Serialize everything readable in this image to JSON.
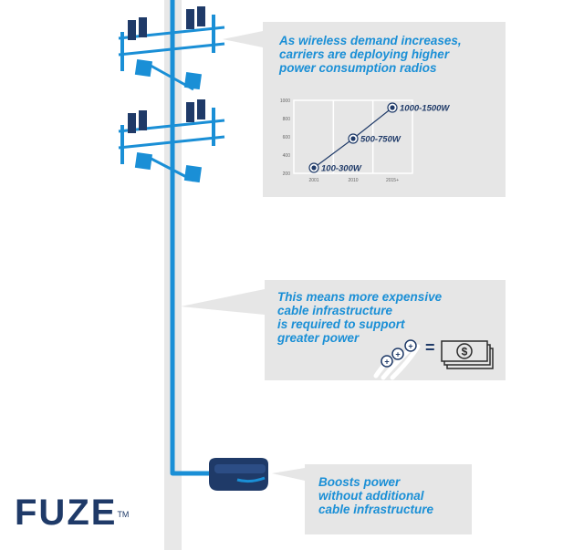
{
  "callouts": {
    "top": {
      "lines": [
        "As wireless demand increases,",
        "carriers are deploying higher",
        "power consumption radios"
      ]
    },
    "middle": {
      "lines": [
        "This means more expensive",
        "cable infrastructure",
        "is required to support",
        "greater power"
      ]
    },
    "bottom": {
      "lines": [
        "Boosts power",
        "without additional",
        "cable infrastructure"
      ]
    }
  },
  "chart_data": {
    "type": "line",
    "categories": [
      "2001",
      "2010",
      "2015+"
    ],
    "y_ticks": [
      "1000",
      "800",
      "600",
      "400",
      "200"
    ],
    "ylim": [
      200,
      1000
    ],
    "values": [
      260,
      580,
      920
    ],
    "point_labels": [
      "100-300W",
      "500-750W",
      "1000-1500W"
    ],
    "title": "",
    "xlabel": "",
    "ylabel": "",
    "grid": true
  },
  "money_symbol": "$",
  "equals_symbol": "=",
  "plus_symbol": "+",
  "logo": {
    "text": "FUZE",
    "tm": "TM"
  },
  "colors": {
    "accent_blue": "#1a8fd6",
    "dark_navy": "#1f3a68",
    "panel_gray": "#e6e6e6"
  }
}
